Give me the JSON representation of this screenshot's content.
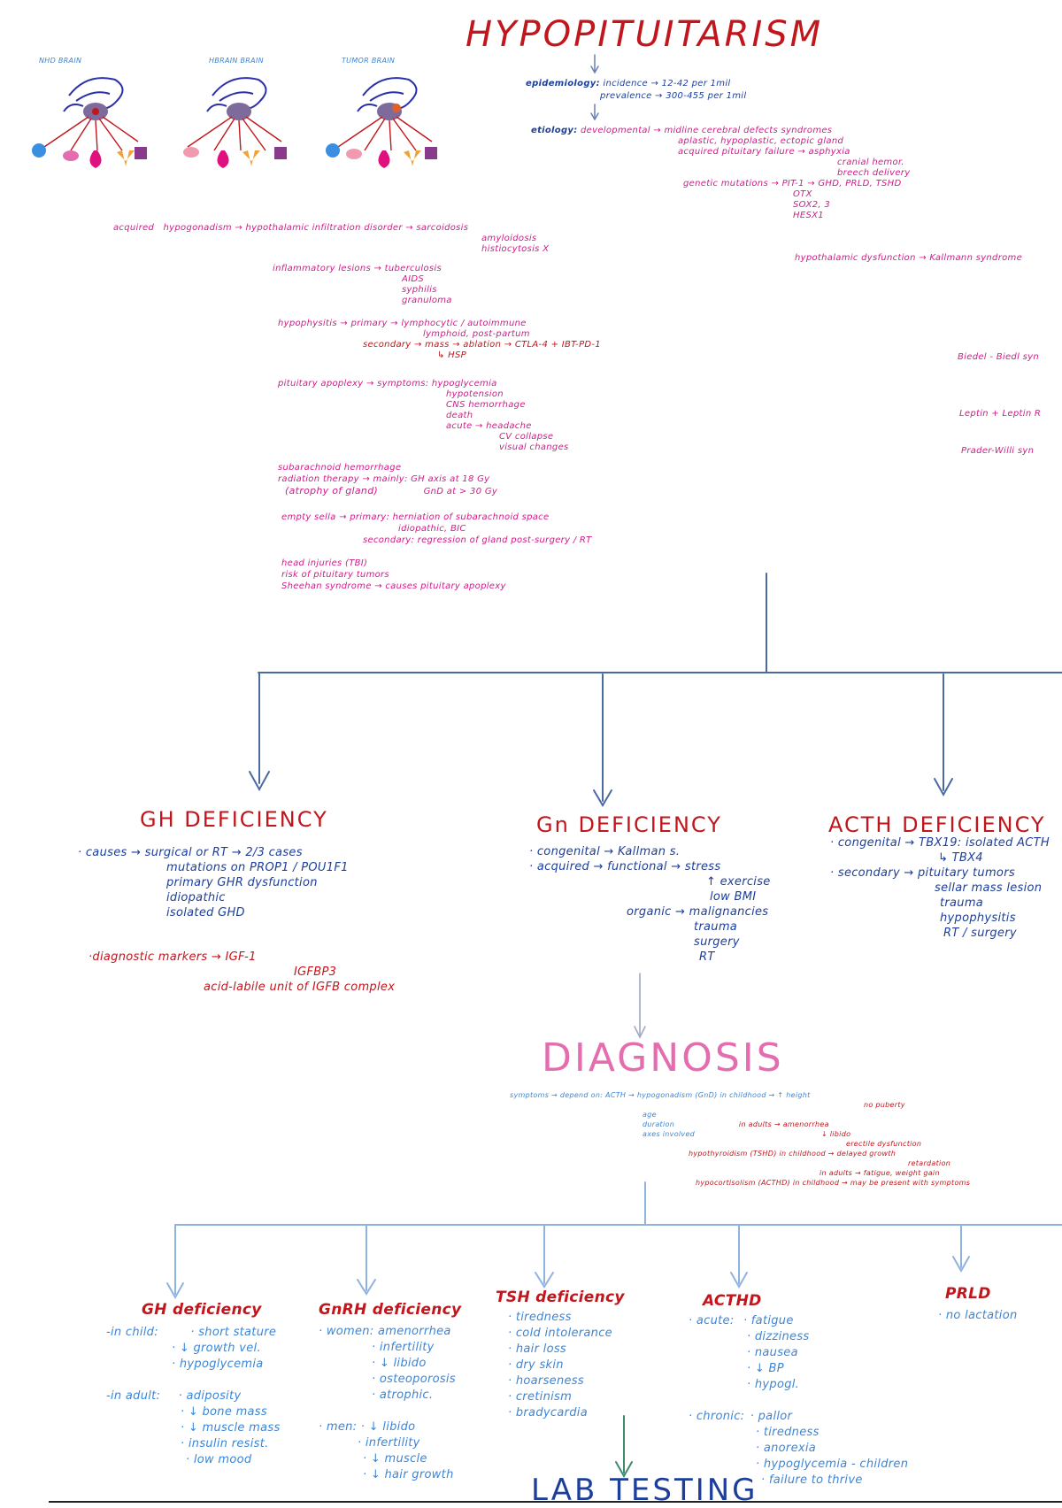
{
  "title": "HYPOPITUITARISM",
  "colors": {
    "red": "#c0161c",
    "magenta": "#d4198a",
    "blue": "#1d3f9a",
    "light_blue": "#3b86d8",
    "pink": "#e46db0",
    "arrow": "#4a6aa3",
    "arrow_light": "#8fb2e0"
  },
  "header": {
    "brain_labels": [
      "NHD BRAIN",
      "HBRAIN BRAIN",
      "TUMOR BRAIN"
    ],
    "epidemiology": {
      "label": "epidemiology:",
      "incidence": "incidence → 12-42 per 1mil",
      "prevalence": "prevalence → 300-455 per 1mil"
    },
    "etiology": {
      "label": "etiology:",
      "developmental": "developmental → midline cerebral defects syndromes",
      "dev_line2": "aplastic, hypoplastic, ectopic gland",
      "dev_line3": "acquired pituitary failure → asphyxia",
      "dev_stack": [
        "cranial hemor.",
        "breech delivery"
      ],
      "genetic_label": "genetic mutations → PIT-1 → GHD, PRLD, TSHD",
      "genetic_stack": [
        "OTX",
        "SOX2, 3",
        "HESX1"
      ]
    }
  },
  "acquired": {
    "title": "acquired",
    "hypogonadism": "hypogonadism → hypothalamic infiltration disorder → sarcoidosis",
    "hypo_stack": [
      "amyloidosis",
      "histiocytosis X"
    ],
    "hypothalamic": "hypothalamic dysfunction → Kallmann syndrome",
    "inflammatory": "inflammatory lesions → tuberculosis",
    "inflam_stack": [
      "AIDS",
      "syphilis",
      "granuloma"
    ],
    "hypophysitis": "hypophysitis → primary → lymphocytic / autoimmune",
    "hyp_primary_2": "lymphoid, post-partum",
    "hyp_secondary": "secondary → mass → ablation → CTLA-4 + IBT-PD-1",
    "hyp_secondary_2": "↳ HSP",
    "apoplexy": "pituitary apoplexy → symptoms: hypoglycemia",
    "apoplexy_stack": [
      "hypotension",
      "CNS hemorrhage",
      "death",
      "acute → headache",
      "CV collapse",
      "visual changes"
    ],
    "subarachnoid": "subarachnoid hemorrhage",
    "radiation": "radiation therapy → mainly: GH axis at 18 Gy",
    "radiation_2": "GnD at > 30 Gy",
    "radiation_3": "(atrophy of gland)",
    "empty_sella": "empty sella → primary: herniation of subarachnoid space",
    "empty_sella_2": "idiopathic, BIC",
    "empty_sella_3": "secondary: regression of gland post-surgery / RT",
    "head_injuries": "head injuries (TBI)",
    "risk": "risk of pituitary tumors",
    "sheehan": "Sheehan syndrome → causes pituitary apoplexy"
  },
  "syndromes_right": [
    "Biedel - Biedl syn",
    "Leptin + Leptin R",
    "Prader-Willi syn"
  ],
  "deficiency": {
    "gh": {
      "title": "GH DEFICIENCY",
      "causes_label": "· causes → surgical or RT → 2/3 cases",
      "causes": [
        "mutations on PROP1 / POU1F1",
        "primary GHR dysfunction",
        "idiopathic",
        "isolated GHD"
      ],
      "markers_label": "·diagnostic markers → IGF-1",
      "markers": [
        "IGFBP3",
        "acid-labile unit of IGFB complex"
      ]
    },
    "gn": {
      "title": "Gn DEFICIENCY",
      "congenital": "· congenital → Kallman s.",
      "acquired": "· acquired → functional → stress",
      "acq_stack": [
        "↑ exercise",
        "low BMI"
      ],
      "organic": "organic → malignancies",
      "org_stack": [
        "trauma",
        "surgery",
        "RT"
      ]
    },
    "acth": {
      "title": "ACTH DEFICIENCY",
      "congenital": "· congenital → TBX19: isolated ACTH",
      "cong_2": "↳ TBX4",
      "secondary": "· secondary → pituitary tumors",
      "sec_stack": [
        "sellar mass lesion",
        "trauma",
        "hypophysitis",
        "RT / surgery"
      ]
    }
  },
  "diagnosis": {
    "title": "DIAGNOSIS",
    "line1": "symptoms → depend on: ACTH → hypogonadism (GnD) in childhood → ↑ height",
    "line1b": "no puberty",
    "mini": [
      "age",
      "duration",
      "axes involved"
    ],
    "line2": "in adults → amenorrhea",
    "line2_stack": [
      "↓ libido",
      "erectile dysfunction"
    ],
    "line3": "hypothyroidism (TSHD) in childhood → delayed growth",
    "line3b": "retardation",
    "line4": "in adults → fatigue, weight gain",
    "line5": "hypocortisolism (ACTHD) in childhood → may be present with symptoms"
  },
  "bottom": {
    "gh": {
      "title": "GH deficiency",
      "child_label": "-in child:",
      "child": [
        "· short stature",
        "· ↓ growth vel.",
        "· hypoglycemia"
      ],
      "adult_label": "-in adult:",
      "adult": [
        "· adiposity",
        "· ↓ bone mass",
        "· ↓ muscle mass",
        "· insulin resist.",
        "· low mood"
      ]
    },
    "gnrh": {
      "title": "GnRH deficiency",
      "women_label": "· women:",
      "women": [
        "amenorrhea",
        "· infertility",
        "· ↓ libido",
        "· osteoporosis",
        "· atrophic."
      ],
      "men_label": "· men:",
      "men": [
        "· ↓ libido",
        "· infertility",
        "· ↓ muscle",
        "· ↓ hair growth"
      ]
    },
    "tsh": {
      "title": "TSH deficiency",
      "items": [
        "· tiredness",
        "· cold intolerance",
        "· hair loss",
        "· dry skin",
        "· hoarseness",
        "· cretinism",
        "· bradycardia"
      ]
    },
    "actho": {
      "title": "ACTHD",
      "acute_label": "· acute:",
      "acute": [
        "· fatigue",
        "· dizziness",
        "· nausea",
        "· ↓ BP",
        "· hypogl."
      ],
      "chronic_label": "· chronic:",
      "chronic": [
        "· pallor",
        "· tiredness",
        "· anorexia",
        "· hypoglycemia - children",
        "· failure to thrive"
      ]
    },
    "prld": {
      "title": "PRLD",
      "item": "· no lactation"
    }
  },
  "lab": "LAB TESTING"
}
